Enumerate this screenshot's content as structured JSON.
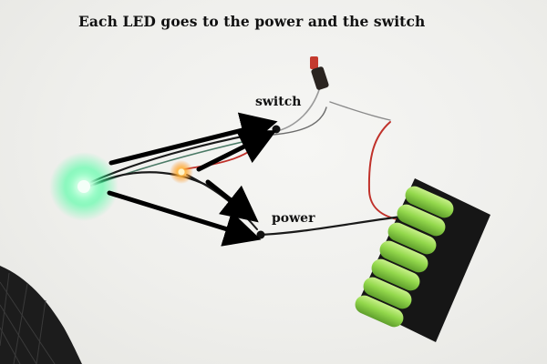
{
  "caption": "Each LED goes to the power and the switch",
  "labels": {
    "switch": "switch",
    "power": "power"
  },
  "colors": {
    "background": "#efefec",
    "led_green_glow": "#3cff9a",
    "led_orange_glow": "#ffb23a",
    "battery_cell": "#9adf55",
    "battery_holder": "#161616",
    "arrow": "#000000",
    "wire_red": "#c0312a",
    "wire_black": "#1a1a1a",
    "cutting_mat": "#1c1c1c"
  },
  "icons": [
    "arrow-icon",
    "led-icon",
    "switch-icon",
    "battery-icon"
  ]
}
